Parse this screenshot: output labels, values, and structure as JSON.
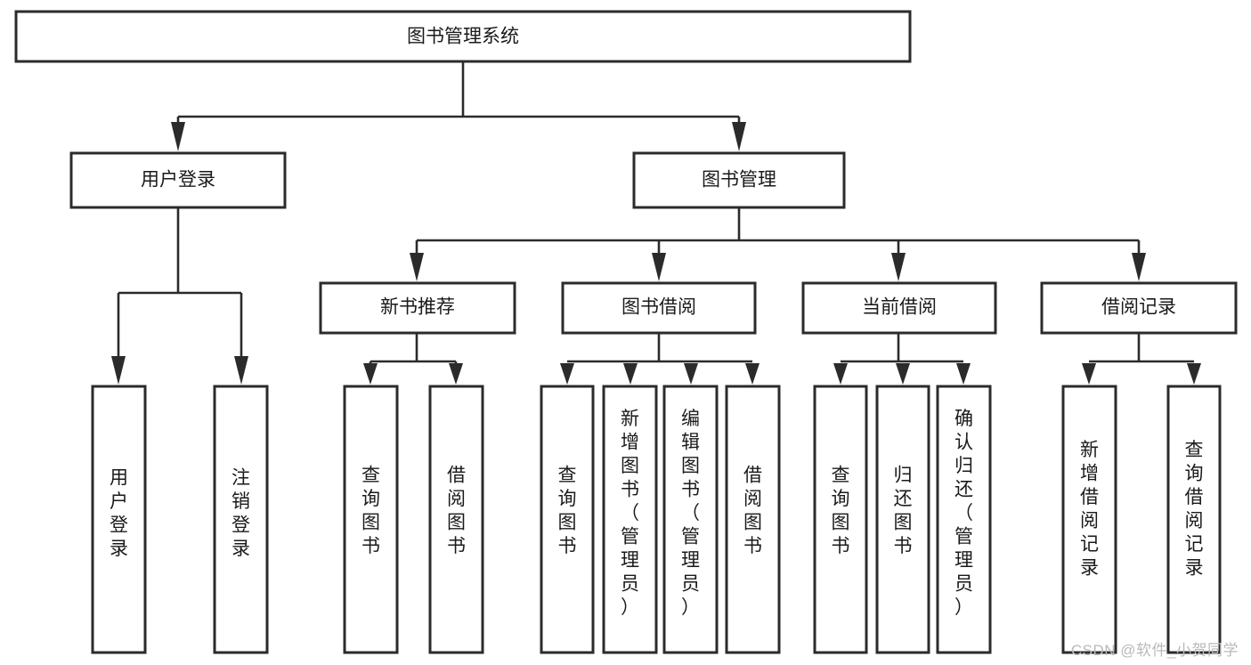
{
  "diagram": {
    "type": "tree",
    "title": "图书管理系统",
    "orientation": "top-down",
    "watermark": "CSDN @软件_小贺同学",
    "colors": {
      "background": "#ffffff",
      "box_stroke": "#2b2b2b",
      "box_fill": "#ffffff",
      "text": "#1a1a1a",
      "connector": "#2b2b2b",
      "watermark": "#b9b9b9"
    },
    "nodes": {
      "root": {
        "label": "图书管理系统"
      },
      "level2": [
        {
          "id": "user-login",
          "label": "用户登录"
        },
        {
          "id": "book-manage",
          "label": "图书管理"
        }
      ],
      "level3": [
        {
          "id": "new-book-recommend",
          "label": "新书推荐"
        },
        {
          "id": "book-borrow",
          "label": "图书借阅"
        },
        {
          "id": "current-borrow",
          "label": "当前借阅"
        },
        {
          "id": "borrow-record",
          "label": "借阅记录"
        }
      ],
      "leaves": [
        {
          "id": "leaf-user-login",
          "parent": "user-login",
          "label": "用户登录"
        },
        {
          "id": "leaf-logout",
          "parent": "user-login",
          "label": "注销登录"
        },
        {
          "id": "leaf-query-book-1",
          "parent": "new-book-recommend",
          "label": "查询图书"
        },
        {
          "id": "leaf-borrow-book-1",
          "parent": "new-book-recommend",
          "label": "借阅图书"
        },
        {
          "id": "leaf-query-book-2",
          "parent": "book-borrow",
          "label": "查询图书"
        },
        {
          "id": "leaf-add-book",
          "parent": "book-borrow",
          "label": "新增图书（管理员）"
        },
        {
          "id": "leaf-edit-book",
          "parent": "book-borrow",
          "label": "编辑图书（管理员）"
        },
        {
          "id": "leaf-borrow-book-2",
          "parent": "book-borrow",
          "label": "借阅图书"
        },
        {
          "id": "leaf-query-book-3",
          "parent": "current-borrow",
          "label": "查询图书"
        },
        {
          "id": "leaf-return-book",
          "parent": "current-borrow",
          "label": "归还图书"
        },
        {
          "id": "leaf-confirm-return",
          "parent": "current-borrow",
          "label": "确认归还（管理员）"
        },
        {
          "id": "leaf-add-record",
          "parent": "borrow-record",
          "label": "新增借阅记录"
        },
        {
          "id": "leaf-query-record",
          "parent": "borrow-record",
          "label": "查询借阅记录"
        }
      ]
    }
  }
}
